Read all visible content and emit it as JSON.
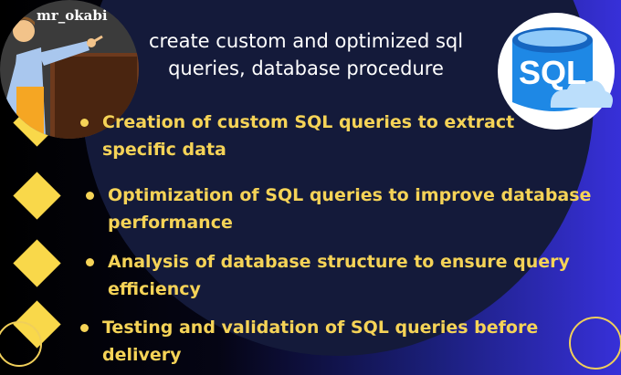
{
  "avatar": {
    "name": "mr_okabi",
    "icon": "teacher-pointing-icon"
  },
  "headline": {
    "line1": "create custom and optimized sql",
    "line2": "queries, database procedure"
  },
  "logo": {
    "text": "SQL",
    "icon": "database-cloud-icon"
  },
  "bullets": [
    {
      "line1": "Creation of custom SQL queries to extract",
      "line2": "specific data"
    },
    {
      "line1": "Optimization of SQL queries to improve database",
      "line2": "performance"
    },
    {
      "line1": "Analysis of database structure to ensure query",
      "line2": "efficiency"
    },
    {
      "line1": "Testing and validation of SQL queries before",
      "line2": "delivery"
    }
  ],
  "colors": {
    "accent_yellow": "#f5d357",
    "logo_blue": "#1e88e5",
    "background_blue": "#3730d9"
  }
}
